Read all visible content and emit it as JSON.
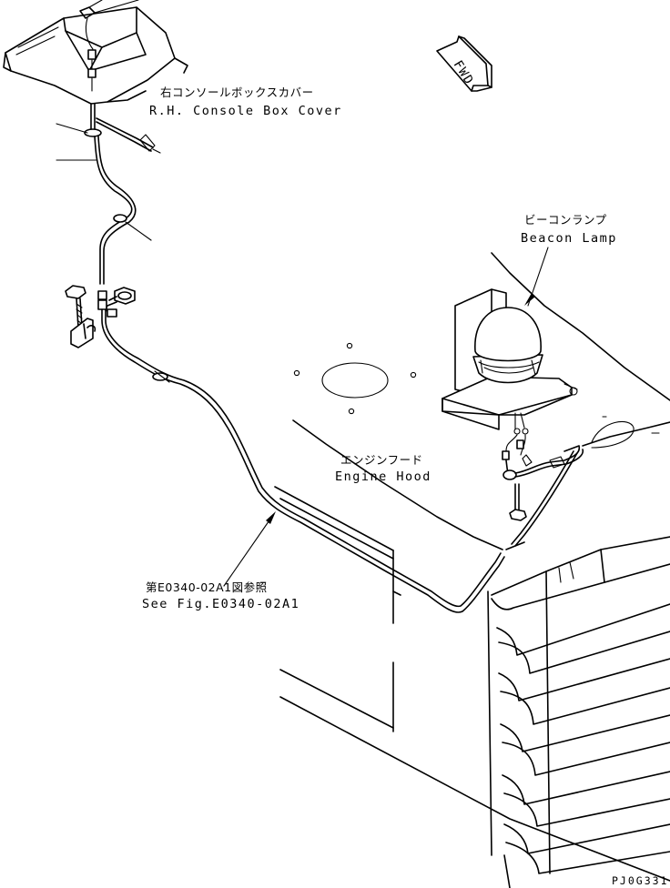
{
  "labels": {
    "console_jp": "右コンソールボックスカバー",
    "console_en": "R.H. Console Box Cover",
    "beacon_jp": "ビーコンランプ",
    "beacon_en": "Beacon Lamp",
    "hood_jp": "エンジンフード",
    "hood_en": "Engine Hood",
    "ref_jp": "第E0340-02A1図参照",
    "ref_en": "See Fig.E0340-02A1",
    "fwd": "FWD",
    "drawing_code": "PJ0G331"
  },
  "icons": [
    "fwd-arrow-icon",
    "bolt-icon",
    "clamp-icon",
    "leader-arrow-icon"
  ]
}
